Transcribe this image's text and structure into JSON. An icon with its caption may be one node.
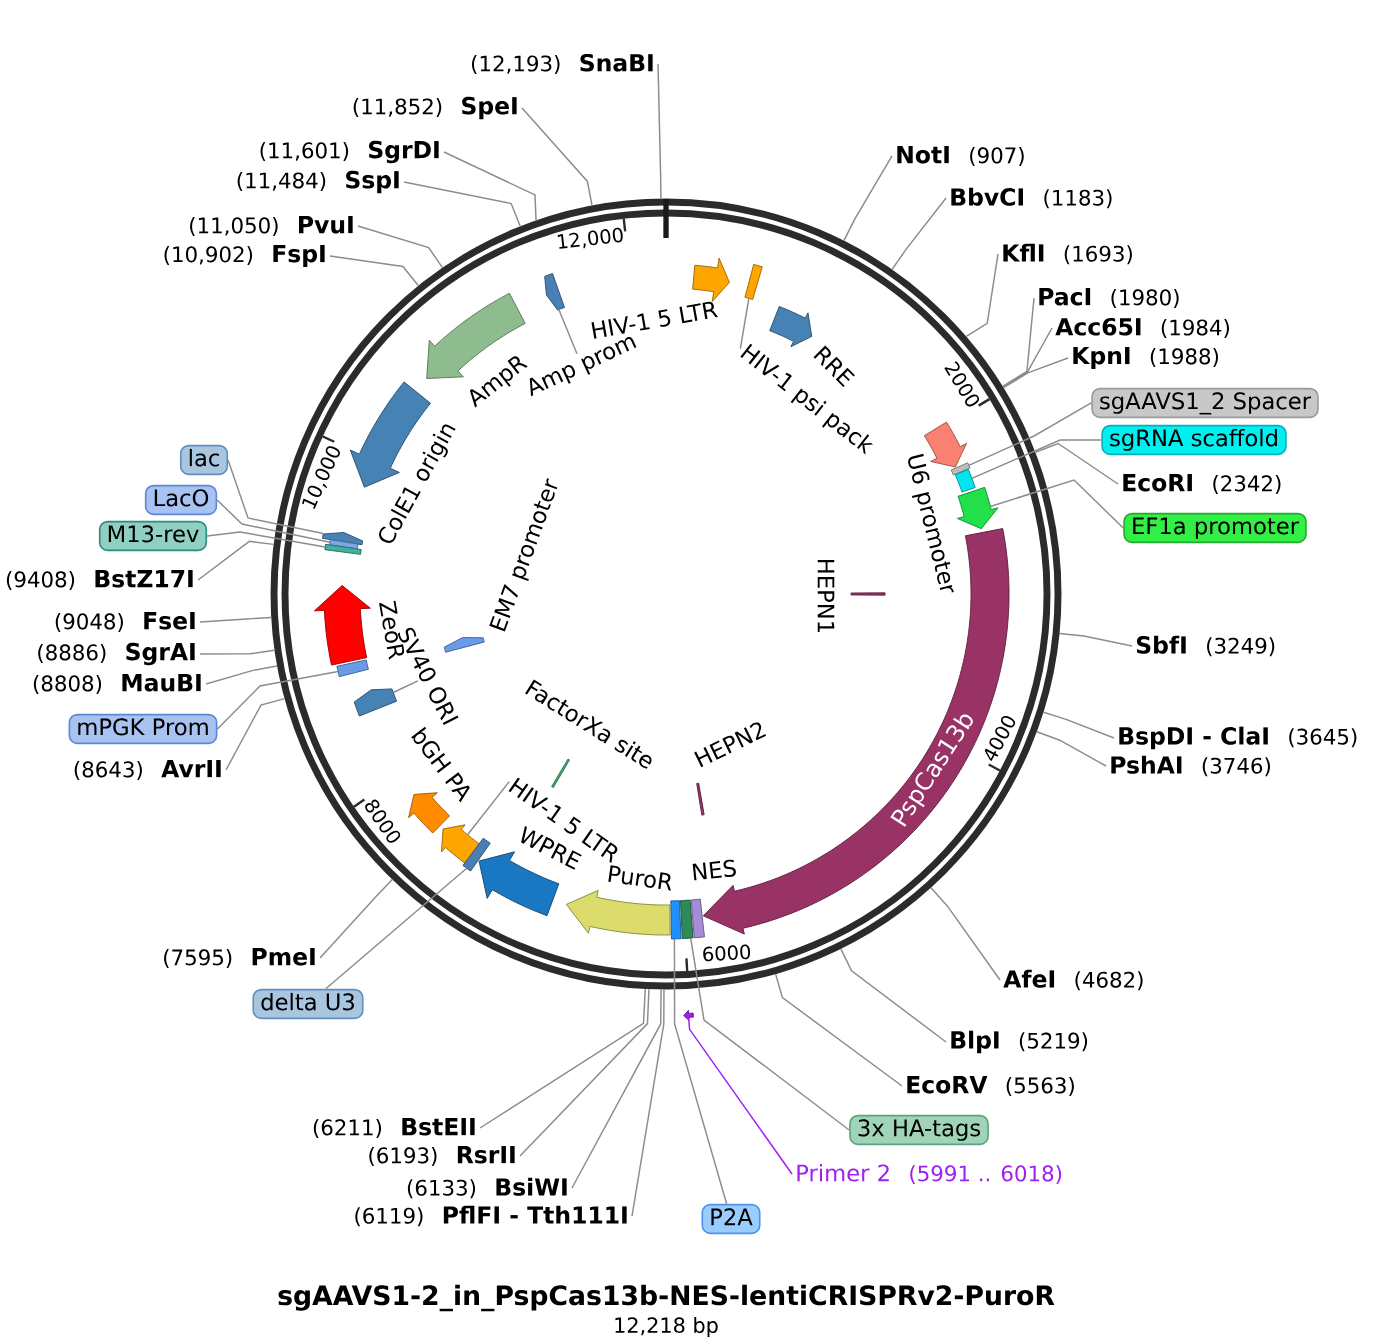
{
  "diagram": {
    "title": "sgAAVS1-2_in_PspCas13b-NES-lentiCRISPRv2-PuroR",
    "caption": "12,218 bp",
    "nodes": [
      {
        "text": [
          "(12,193)",
          "SnaBI"
        ]
      },
      {
        "text": [
          "NotI",
          "(907)"
        ]
      },
      {
        "text": [
          "BbvCI",
          "(1183)"
        ]
      },
      {
        "text": [
          "KflI",
          "(1693)"
        ]
      },
      {
        "text": [
          "PacI",
          "(1980)"
        ]
      },
      {
        "text": [
          "Acc65I",
          "(1984)"
        ]
      },
      {
        "text": [
          "KpnI",
          "(1988)"
        ]
      },
      {
        "text": [
          "sgAAVS1_2 Spacer"
        ]
      },
      {
        "text": [
          "sgRNA scaffold"
        ]
      },
      {
        "text": [
          "EcoRI",
          "(2342)"
        ]
      },
      {
        "text": [
          "EF1a promoter"
        ]
      },
      {
        "text": [
          "SbfI",
          "(3249)"
        ]
      },
      {
        "text": [
          "BspDI - ClaI",
          "(3645)"
        ]
      },
      {
        "text": [
          "PshAI",
          "(3746)"
        ]
      },
      {
        "text": [
          "AfeI",
          "(4682)"
        ]
      },
      {
        "text": [
          "BlpI",
          "(5219)"
        ]
      },
      {
        "text": [
          "EcoRV",
          "(5563)"
        ]
      },
      {
        "text": [
          "3x HA-tags"
        ]
      },
      {
        "text": [
          "Primer 2",
          "(5991 .. 6018)"
        ]
      },
      {
        "text": [
          "P2A"
        ]
      },
      {
        "text": [
          "(6119)",
          "PflFI - Tth111I"
        ]
      },
      {
        "text": [
          "(6133)",
          "BsiWI"
        ]
      },
      {
        "text": [
          "(6193)",
          "RsrII"
        ]
      },
      {
        "text": [
          "(6211)",
          "BstEII"
        ]
      },
      {
        "text": [
          "delta U3"
        ]
      },
      {
        "text": [
          "(7595)",
          "PmeI"
        ]
      },
      {
        "text": [
          "(8643)",
          "AvrII"
        ]
      },
      {
        "text": [
          "mPGK Prom"
        ]
      },
      {
        "text": [
          "(8808)",
          "MauBI"
        ]
      },
      {
        "text": [
          "(8886)",
          "SgrAI"
        ]
      },
      {
        "text": [
          "(9048)",
          "FseI"
        ]
      },
      {
        "text": [
          "(9408)",
          "BstZ17I"
        ]
      },
      {
        "text": [
          "M13-rev"
        ]
      },
      {
        "text": [
          "LacO"
        ]
      },
      {
        "text": [
          "lac"
        ]
      },
      {
        "text": [
          "(10,902)",
          "FspI"
        ]
      },
      {
        "text": [
          "(11,050)",
          "PvuI"
        ]
      },
      {
        "text": [
          "(11,484)",
          "SspI"
        ]
      },
      {
        "text": [
          "(11,601)",
          "SgrDI"
        ]
      },
      {
        "text": [
          "(11,852)",
          "SpeI"
        ]
      },
      {
        "text": [
          "HIV-1 5 LTR"
        ]
      },
      {
        "text": [],
        "shape": "bar"
      },
      {
        "text": [
          "HIV-1 psi pack"
        ]
      },
      {
        "text": [
          "RRE"
        ]
      },
      {
        "text": [
          "U6 promoter"
        ]
      },
      {
        "text": [],
        "shape": "bar"
      },
      {
        "text": [],
        "shape": "bar"
      },
      {
        "text": [],
        "shape": "arrow"
      },
      {
        "text": [
          "PspCas13b"
        ]
      },
      {
        "text": [
          "HEPN1"
        ]
      },
      {
        "text": [
          "NES"
        ]
      },
      {
        "text": [],
        "shape": "bar"
      },
      {
        "text": [],
        "shape": "arrow"
      },
      {
        "text": [],
        "shape": "bar"
      },
      {
        "text": [
          "PuroR"
        ]
      },
      {
        "text": [
          "HEPN2"
        ]
      },
      {
        "text": [
          "WPRE"
        ]
      },
      {
        "text": [
          "FactorXa site"
        ]
      },
      {
        "text": [],
        "shape": "arrow"
      },
      {
        "text": [
          "HIV-1 5 LTR"
        ]
      },
      {
        "text": [],
        "shape": "bar"
      },
      {
        "text": [
          "bGH PA"
        ]
      },
      {
        "text": [],
        "shape": "arrow"
      },
      {
        "text": [
          "SV40 ORI"
        ]
      },
      {
        "text": [],
        "shape": "bar"
      },
      {
        "text": [
          "EM7 promoter"
        ]
      },
      {
        "text": [
          "ZeoR"
        ]
      },
      {
        "text": [],
        "shape": "arrow"
      },
      {
        "text": [],
        "shape": "bar"
      },
      {
        "text": [],
        "shape": "bar"
      },
      {
        "text": [
          "ColE1 origin"
        ]
      },
      {
        "text": [
          "AmpR"
        ]
      },
      {
        "text": [],
        "shape": "arrow"
      },
      {
        "text": [
          "Amp prom"
        ]
      }
    ],
    "edges": [
      {
        "from": 0,
        "to": null,
        "arrow": "none"
      },
      {
        "from": 1,
        "to": null,
        "arrow": "none"
      },
      {
        "from": 2,
        "to": null,
        "arrow": "none"
      },
      {
        "from": 3,
        "to": null,
        "arrow": "none"
      },
      {
        "from": 4,
        "to": null,
        "arrow": "none"
      },
      {
        "from": 5,
        "to": null,
        "arrow": "none"
      },
      {
        "from": 6,
        "to": null,
        "arrow": "none"
      },
      {
        "from": 7,
        "to": 45,
        "arrow": "none"
      },
      {
        "from": 8,
        "to": 46,
        "arrow": "none"
      },
      {
        "from": 9,
        "to": null,
        "arrow": "none"
      },
      {
        "from": 10,
        "to": 47,
        "arrow": "none"
      },
      {
        "from": 11,
        "to": null,
        "arrow": "none"
      },
      {
        "from": 12,
        "to": null,
        "arrow": "none"
      },
      {
        "from": 13,
        "to": null,
        "arrow": "none"
      },
      {
        "from": 14,
        "to": null,
        "arrow": "none"
      },
      {
        "from": 15,
        "to": null,
        "arrow": "none"
      },
      {
        "from": 16,
        "to": null,
        "arrow": "none"
      },
      {
        "from": 17,
        "to": 51,
        "arrow": "none"
      },
      {
        "from": 18,
        "to": 52,
        "arrow": "none",
        "color": "#a020f0"
      },
      {
        "from": 19,
        "to": 53,
        "arrow": "none"
      },
      {
        "from": 20,
        "to": null,
        "arrow": "none"
      },
      {
        "from": 21,
        "to": null,
        "arrow": "none"
      },
      {
        "from": 22,
        "to": null,
        "arrow": "none"
      },
      {
        "from": 23,
        "to": null,
        "arrow": "none"
      },
      {
        "from": 24,
        "to": 60,
        "arrow": "none"
      },
      {
        "from": 25,
        "to": null,
        "arrow": "none"
      },
      {
        "from": 26,
        "to": null,
        "arrow": "none"
      },
      {
        "from": 27,
        "to": 64,
        "arrow": "none"
      },
      {
        "from": 28,
        "to": null,
        "arrow": "none"
      },
      {
        "from": 29,
        "to": null,
        "arrow": "none"
      },
      {
        "from": 30,
        "to": null,
        "arrow": "none"
      },
      {
        "from": 31,
        "to": null,
        "arrow": "none"
      },
      {
        "from": 32,
        "to": 69,
        "arrow": "none"
      },
      {
        "from": 33,
        "to": 68,
        "arrow": "none"
      },
      {
        "from": 34,
        "to": 67,
        "arrow": "none"
      },
      {
        "from": 35,
        "to": null,
        "arrow": "none"
      },
      {
        "from": 36,
        "to": null,
        "arrow": "none"
      },
      {
        "from": 37,
        "to": null,
        "arrow": "none"
      },
      {
        "from": 38,
        "to": null,
        "arrow": "none"
      },
      {
        "from": 39,
        "to": null,
        "arrow": "none"
      },
      {
        "from": 42,
        "to": 41,
        "arrow": "none"
      },
      {
        "from": 59,
        "to": 58,
        "arrow": "none"
      },
      {
        "from": 63,
        "to": 62,
        "arrow": "none"
      },
      {
        "from": 73,
        "to": 72,
        "arrow": "none"
      }
    ],
    "labels": [
      "2000",
      "4000",
      "6000",
      "8000",
      "10,000",
      "12,000"
    ]
  }
}
